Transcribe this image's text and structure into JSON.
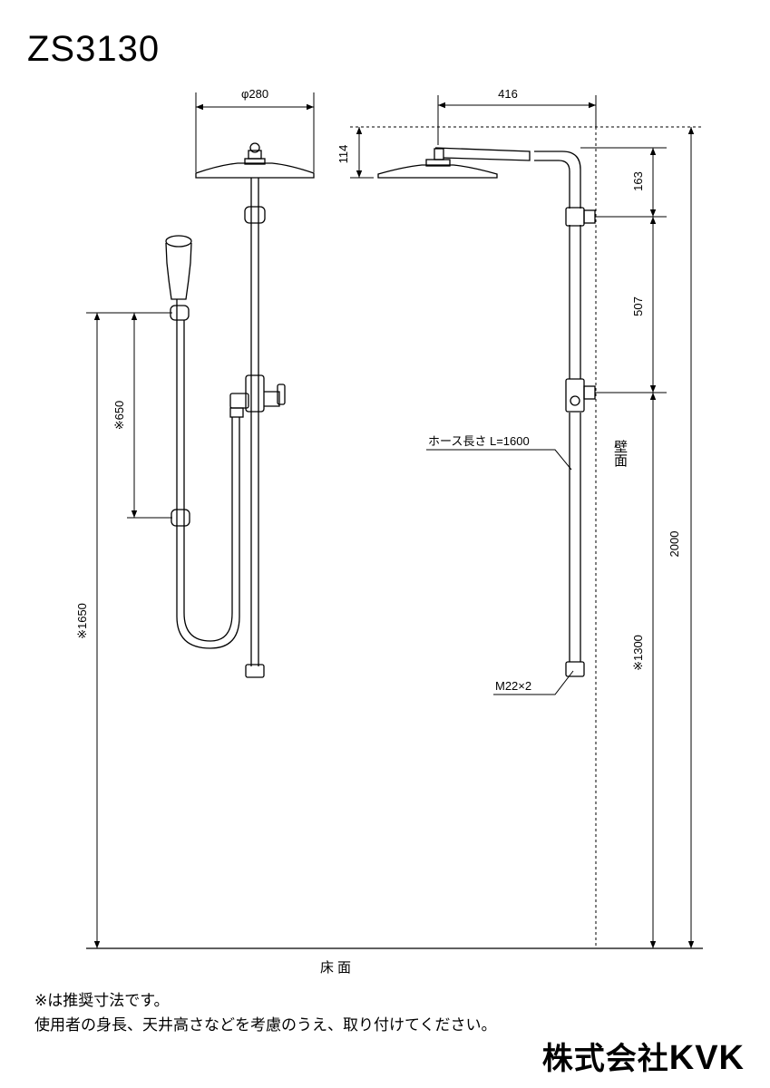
{
  "title": "ZS3130",
  "dimensions": {
    "head_diameter": "φ280",
    "arm_length": "416",
    "head_height": "114",
    "upper_offset": "163",
    "bracket_spacing": "507",
    "total_height": "2000",
    "holder_spacing": "※650",
    "holder_height": "※1650",
    "mount_height": "※1300"
  },
  "labels": {
    "hose_length": "ホース長さ L=1600",
    "connection": "M22×2",
    "wall": "壁面",
    "floor": "床面"
  },
  "notes": {
    "line1": "※は推奨寸法です。",
    "line2": "使用者の身長、天井高さなどを考慮のうえ、取り付けてください。"
  },
  "brand": {
    "prefix": "株式会社",
    "name": "KVK"
  }
}
